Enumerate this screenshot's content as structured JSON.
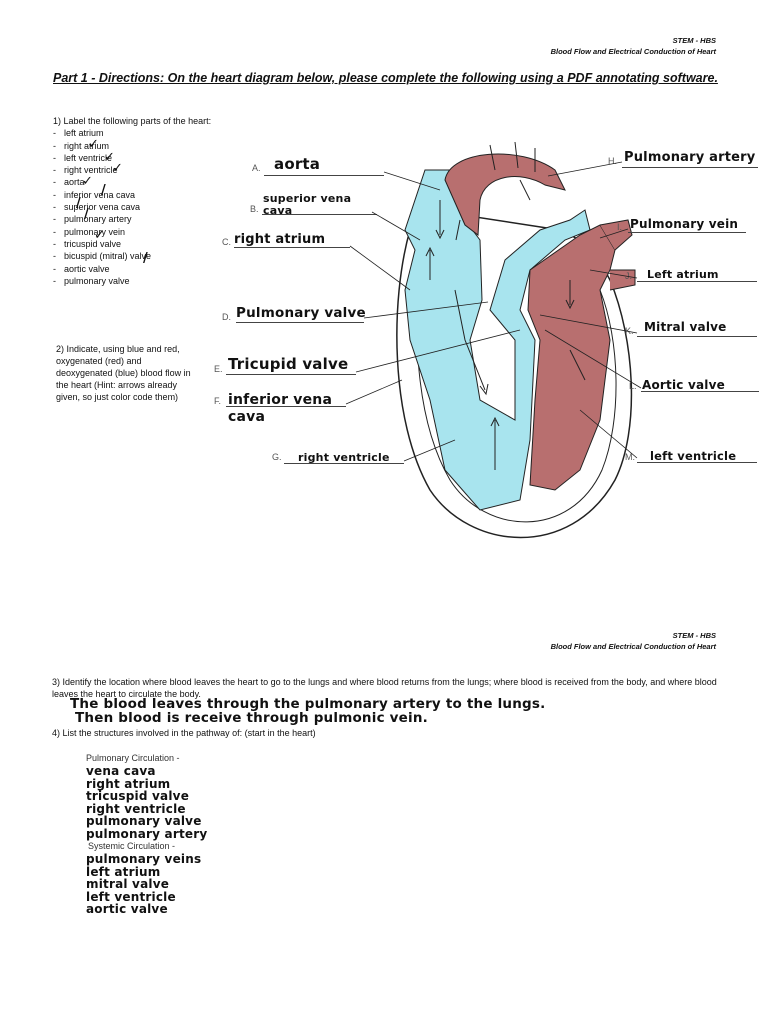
{
  "header": {
    "course": "STEM - HBS",
    "subtitle": "Blood Flow and Electrical Conduction of Heart"
  },
  "part1": {
    "title": "Part 1 -  Directions: On the heart diagram below, please complete the following using a PDF annotating software."
  },
  "q1": {
    "prompt": "1)   Label the following parts of the heart:",
    "items": [
      "left atrium",
      "right atrium",
      "left ventricle",
      "right ventricle",
      "aorta",
      "inferior vena cava",
      "superior vena cava",
      "pulmonary artery",
      "pulmonary vein",
      "tricuspid valve",
      "bicuspid (mitral) valve",
      "aortic valve",
      "pulmonary valve"
    ]
  },
  "q2": {
    "text": "2) Indicate, using blue and red, oxygenated (red) and deoxygenated (blue) blood flow in the heart (Hint: arrows already given, so just color code them)"
  },
  "diagram": {
    "labels": [
      {
        "letter": "A.",
        "answer": "aorta"
      },
      {
        "letter": "B.",
        "answer": "superior vena cava"
      },
      {
        "letter": "C.",
        "answer": "right atrium"
      },
      {
        "letter": "D.",
        "answer": "Pulmonary valve"
      },
      {
        "letter": "E.",
        "answer": "Tricupid valve"
      },
      {
        "letter": "F.",
        "answer": "inferior vena cava"
      },
      {
        "letter": "G.",
        "answer": "right ventricle"
      },
      {
        "letter": "H.",
        "answer": "Pulmonary artery"
      },
      {
        "letter": "I.",
        "answer": "Pulmonary vein"
      },
      {
        "letter": "J.",
        "answer": "Left atrium"
      },
      {
        "letter": "K.",
        "answer": "Mitral valve"
      },
      {
        "letter": "L.",
        "answer": "Aortic valve"
      },
      {
        "letter": "M.",
        "answer": "left ventricle"
      }
    ],
    "colors": {
      "deoxygenated": "#a8e4ee",
      "oxygenated": "#b86f6f",
      "outline": "#222222"
    }
  },
  "header2": {
    "course": "STEM - HBS",
    "subtitle": "Blood Flow and Electrical Conduction of Heart"
  },
  "q3": {
    "prompt": "3)   Identify the location where blood leaves the heart to go to the lungs and where blood returns from the lungs; where blood is received from the body, and where blood leaves the heart to circulate the body.",
    "answer1": "The blood leaves through the pulmonary artery to the lungs.",
    "answer2": "Then blood is receive through pulmonic vein."
  },
  "q4": {
    "prompt": "4)   List the structures involved in the pathway of: (start in the heart)",
    "pulmonary_label": "Pulmonary Circulation -",
    "pulmonary": [
      "vena cava",
      "right atrium",
      "tricuspid valve",
      "right ventricle",
      "pulmonary valve",
      "pulmonary artery"
    ],
    "systemic_label": "Systemic Circulation -",
    "systemic": [
      "pulmonary veins",
      "left atrium",
      "mitral valve",
      "left ventricle",
      "aortic valve"
    ]
  }
}
